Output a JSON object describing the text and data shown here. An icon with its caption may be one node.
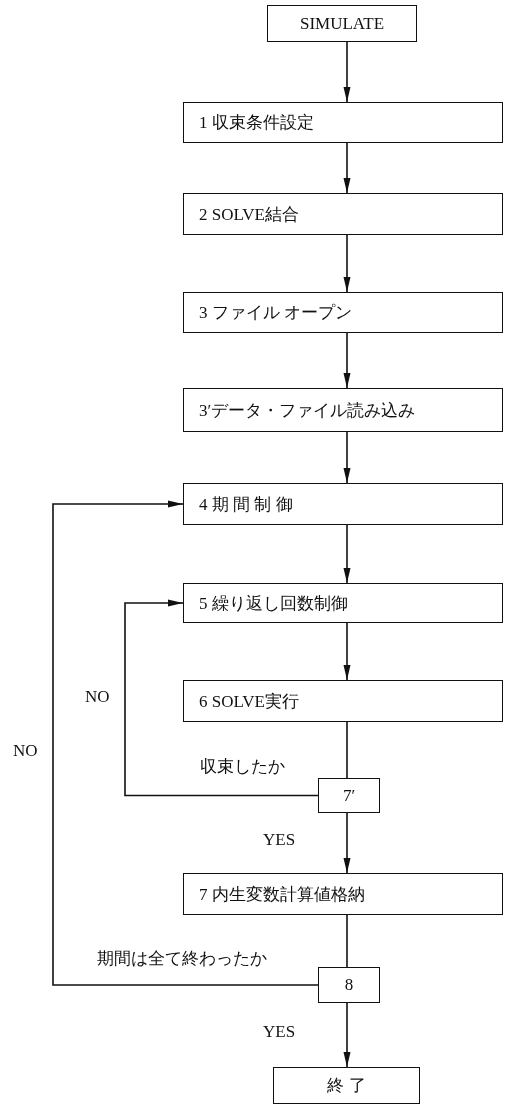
{
  "diagram": {
    "nodes": [
      {
        "text": [
          "SIMULATE"
        ]
      },
      {
        "text": [
          "1 収束条件設定"
        ]
      },
      {
        "text": [
          "2 SOLVE結合"
        ]
      },
      {
        "text": [
          "3 ファイル オープン"
        ]
      },
      {
        "text": [
          "3′データ・ファイル読み込み"
        ]
      },
      {
        "text": [
          "4 期 間 制 御"
        ]
      },
      {
        "text": [
          "5 繰り返し回数制御"
        ]
      },
      {
        "text": [
          "6 SOLVE実行"
        ]
      },
      {
        "text": [
          "7′"
        ],
        "beside": [
          "収束したか"
        ]
      },
      {
        "text": [
          "7 内生変数計算値格納"
        ]
      },
      {
        "text": [
          "8"
        ],
        "beside": [
          "期間は全て終わったか"
        ]
      },
      {
        "text": [
          "終 了"
        ]
      }
    ],
    "edges": [
      {
        "from": 0,
        "to": 1,
        "arrow": "to"
      },
      {
        "from": 1,
        "to": 2,
        "arrow": "to"
      },
      {
        "from": 2,
        "to": 3,
        "arrow": "to"
      },
      {
        "from": 3,
        "to": 4,
        "arrow": "to"
      },
      {
        "from": 4,
        "to": 5,
        "arrow": "to"
      },
      {
        "from": 5,
        "to": 6,
        "arrow": "to"
      },
      {
        "from": 6,
        "to": 7,
        "arrow": "to"
      },
      {
        "from": 7,
        "to": 8,
        "arrow": "none"
      },
      {
        "from": 8,
        "to": 9,
        "arrow": "to",
        "label": "YES"
      },
      {
        "from": 9,
        "to": 10,
        "arrow": "none"
      },
      {
        "from": 10,
        "to": 11,
        "arrow": "to",
        "label": "YES"
      },
      {
        "from": 8,
        "to": 6,
        "arrow": "to",
        "label": "NO"
      },
      {
        "from": 10,
        "to": 5,
        "arrow": "to",
        "label": "NO"
      }
    ]
  }
}
